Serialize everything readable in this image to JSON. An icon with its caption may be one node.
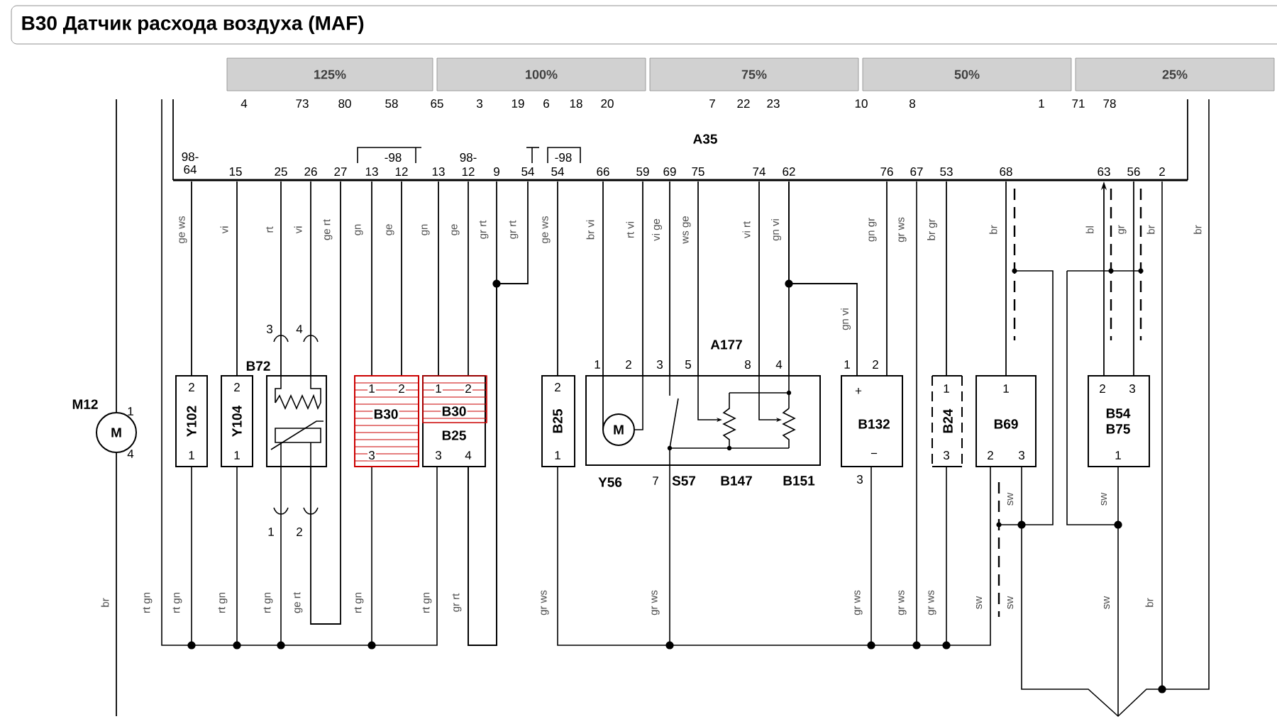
{
  "diagram": {
    "title": "B30 Датчик расхода воздуха (MAF)",
    "nodes": [
      {
        "text": [
          "125%"
        ]
      },
      {
        "text": [
          "100%"
        ]
      },
      {
        "text": [
          "75%"
        ]
      },
      {
        "text": [
          "50%"
        ]
      },
      {
        "text": [
          "25%"
        ]
      },
      {
        "text": [
          "A35"
        ]
      },
      {
        "text": [
          "M"
        ],
        "beside": [
          "M12",
          "1",
          "4"
        ]
      },
      {
        "text": [
          "2",
          "Y102",
          "1"
        ]
      },
      {
        "text": [
          "2",
          "Y104",
          "1"
        ]
      },
      {
        "text": [
          "B72"
        ],
        "beside": [
          "3",
          "4",
          "1",
          "2"
        ]
      },
      {
        "text": [
          "1",
          "2",
          "B30",
          "3"
        ]
      },
      {
        "text": [
          "1",
          "2",
          "B30",
          "B25",
          "3",
          "4"
        ]
      },
      {
        "text": [
          "2",
          "B25",
          "1"
        ]
      },
      {
        "text": [
          "A177",
          "1",
          "2",
          "3",
          "5",
          "8",
          "4"
        ],
        "beside": [
          "7",
          "S57",
          "B147",
          "B151"
        ]
      },
      {
        "text": [
          "M"
        ],
        "beside": [
          "Y56"
        ],
        "in": 13
      },
      {
        "text": [
          "1",
          "2",
          "+",
          "B132",
          "−"
        ],
        "beside": [
          "3"
        ]
      },
      {
        "text": [
          "1",
          "B24",
          "3"
        ]
      },
      {
        "text": [
          "1",
          "B69",
          "2",
          "3"
        ]
      },
      {
        "text": [
          "2",
          "3",
          "B54 B75",
          "1"
        ]
      }
    ],
    "edges": [
      {
        "from": 5,
        "to": 7,
        "arrow": "none"
      },
      {
        "from": 5,
        "to": 8,
        "arrow": "none"
      },
      {
        "from": 5,
        "to": 9,
        "arrow": "none"
      },
      {
        "from": 5,
        "to": 9,
        "arrow": "none"
      },
      {
        "from": 5,
        "to": 9,
        "arrow": "none"
      },
      {
        "from": 5,
        "to": 10,
        "arrow": "none"
      },
      {
        "from": 5,
        "to": 10,
        "arrow": "none"
      },
      {
        "from": 5,
        "to": 11,
        "arrow": "none"
      },
      {
        "from": 5,
        "to": 11,
        "arrow": "none"
      },
      {
        "from": 5,
        "to": 11,
        "arrow": "none"
      },
      {
        "from": 5,
        "to": 11,
        "arrow": "none"
      },
      {
        "from": 5,
        "to": 12,
        "arrow": "none"
      },
      {
        "from": 5,
        "to": 14,
        "arrow": "none"
      },
      {
        "from": 5,
        "to": 13,
        "arrow": "none"
      },
      {
        "from": 5,
        "to": 13,
        "arrow": "none"
      },
      {
        "from": 5,
        "to": 13,
        "arrow": "none"
      },
      {
        "from": 5,
        "to": 13,
        "arrow": "none"
      },
      {
        "from": 5,
        "to": 13,
        "arrow": "none"
      },
      {
        "from": 5,
        "to": 15,
        "arrow": "none"
      },
      {
        "from": 5,
        "to": 15,
        "arrow": "none"
      },
      {
        "from": 5,
        "to": 16,
        "arrow": "none"
      },
      {
        "from": 5,
        "to": 17,
        "arrow": "none"
      },
      {
        "from": 18,
        "to": 5,
        "arrow": "to"
      },
      {
        "from": 5,
        "to": 18,
        "arrow": "none"
      },
      {
        "from": null,
        "to": 6,
        "arrow": "none"
      },
      {
        "from": 6,
        "to": null,
        "arrow": "none"
      }
    ],
    "labels": [
      "4",
      "73",
      "80",
      "58",
      "65",
      "3",
      "19",
      "6",
      "18",
      "20",
      "7",
      "22",
      "23",
      "10",
      "8",
      "1",
      "71",
      "78",
      "-98",
      "98-",
      "-98",
      "98- 64",
      "15",
      "25",
      "26",
      "27",
      "13",
      "12",
      "13",
      "12",
      "9",
      "54",
      "54",
      "66",
      "59",
      "69",
      "75",
      "74",
      "62",
      "76",
      "67",
      "53",
      "68",
      "63",
      "56",
      "2",
      "ge ws",
      "vi",
      "rt",
      "vi",
      "ge rt",
      "gn",
      "ge",
      "gn",
      "ge",
      "gr rt",
      "gr rt",
      "ge ws",
      "br vi",
      "rt vi",
      "vi ge",
      "ws ge",
      "vi rt",
      "gn vi",
      "gn gr",
      "gr ws",
      "br gr",
      "br",
      "bl",
      "gr",
      "br",
      "br",
      "gn vi",
      "sw",
      "sw",
      "br",
      "rt gn",
      "rt gn",
      "rt gn",
      "rt gn",
      "ge rt",
      "rt gn",
      "rt gn",
      "gr rt",
      "gr ws",
      "gr ws",
      "gr ws",
      "gr ws",
      "gr ws",
      "sw",
      "sw",
      "sw",
      "br"
    ]
  }
}
